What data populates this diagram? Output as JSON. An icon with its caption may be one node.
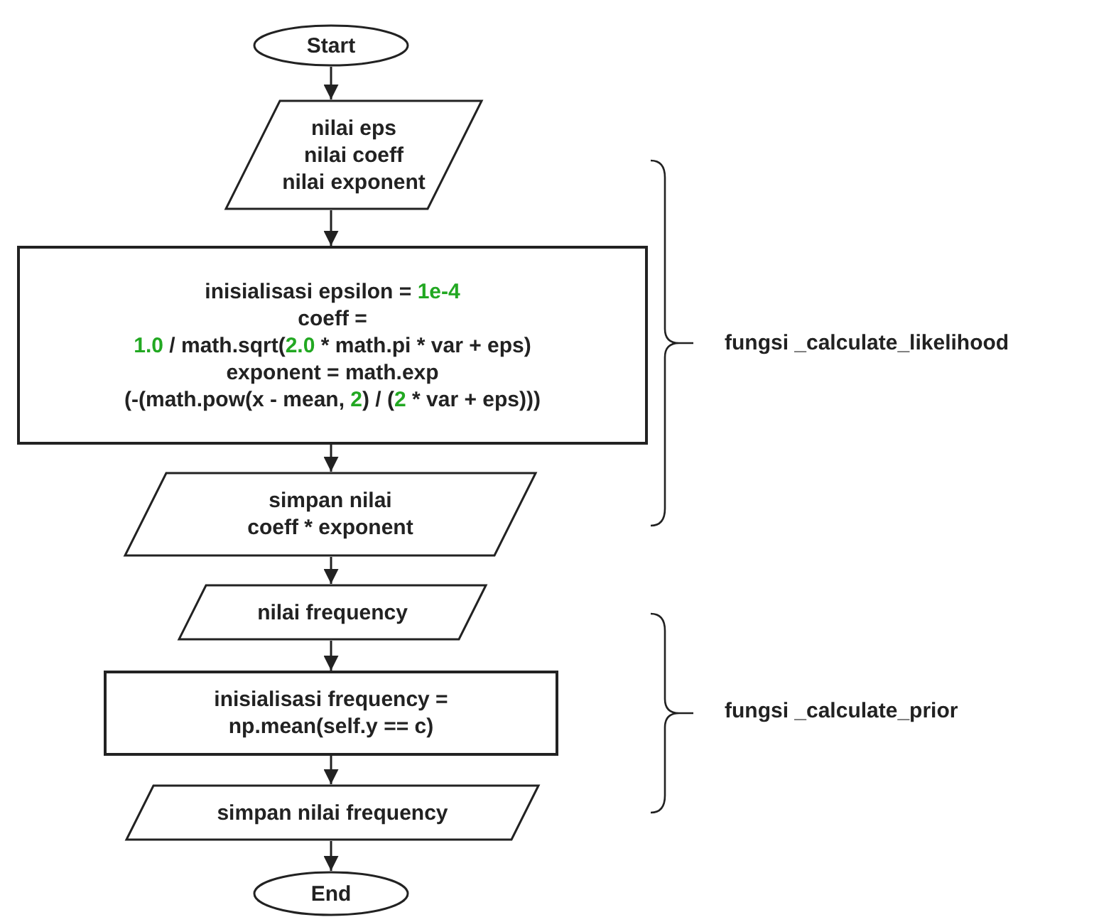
{
  "diagram": {
    "nodes": [
      {
        "text": [
          "Start"
        ]
      },
      {
        "text": [
          "nilai eps",
          "nilai coeff",
          "nilai exponent"
        ]
      },
      {
        "text": [
          "inisialisasi epsilon = 1e-4",
          "coeff =",
          "1.0 / math.sqrt(2.0 * math.pi * var + eps)",
          "exponent = math.exp",
          "(-(math.pow(x - mean, 2) / (2 * var + eps)))"
        ]
      },
      {
        "text": [
          "simpan nilai",
          "coeff * exponent"
        ]
      },
      {
        "text": [
          "nilai frequency"
        ]
      },
      {
        "text": [
          "inisialisasi frequency =",
          "np.mean(self.y == c)"
        ]
      },
      {
        "text": [
          "simpan nilai frequency"
        ]
      },
      {
        "text": [
          "End"
        ]
      }
    ],
    "edges": [
      {
        "from": 0,
        "to": 1,
        "arrow": "to"
      },
      {
        "from": 1,
        "to": 2,
        "arrow": "to"
      },
      {
        "from": 2,
        "to": 3,
        "arrow": "to"
      },
      {
        "from": 3,
        "to": 4,
        "arrow": "to"
      },
      {
        "from": 4,
        "to": 5,
        "arrow": "to"
      },
      {
        "from": 5,
        "to": 6,
        "arrow": "to"
      },
      {
        "from": 6,
        "to": 7,
        "arrow": "to"
      }
    ],
    "labels": [
      "fungsi _calculate_likelihood",
      "fungsi _calculate_prior"
    ]
  }
}
